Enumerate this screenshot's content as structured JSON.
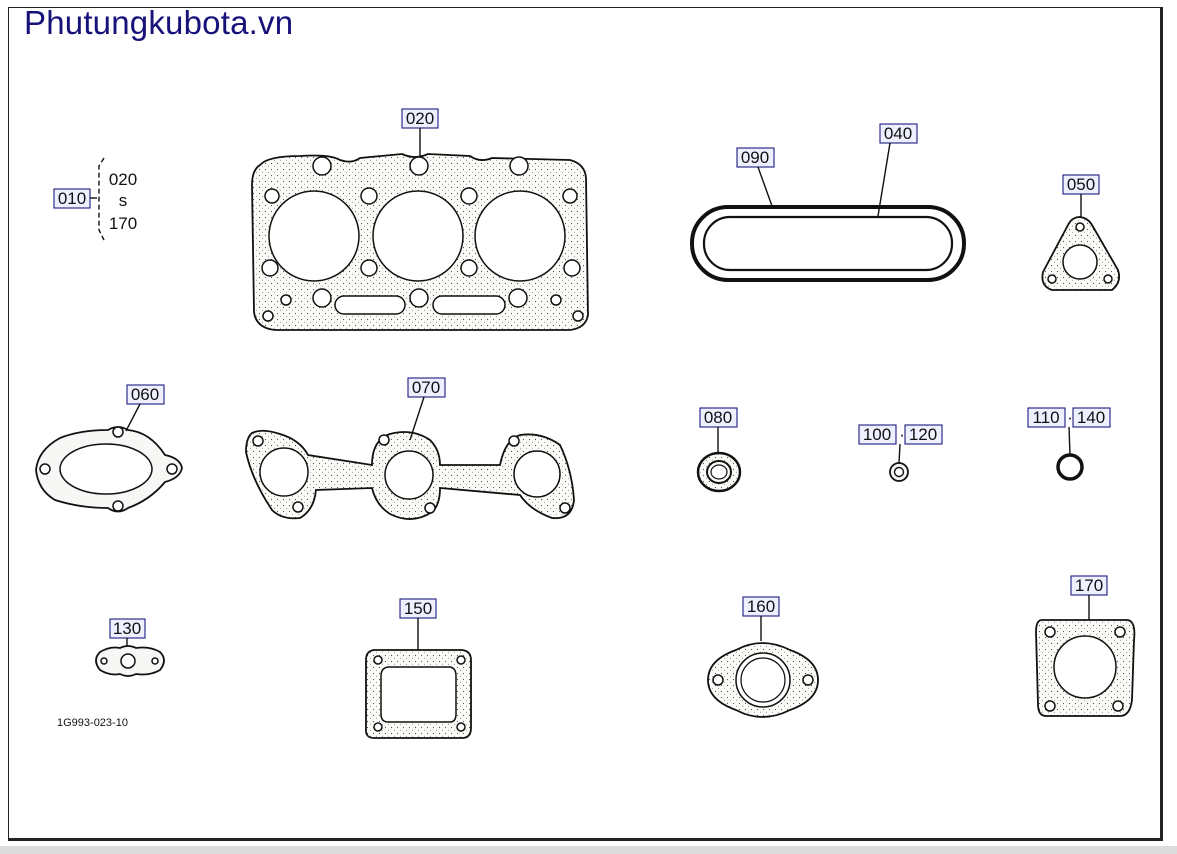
{
  "site_title": "Phutungkubota.vn",
  "ref_code": "1G993-023-10",
  "bracket": {
    "label": "010",
    "top": "020",
    "tilde": "s",
    "bottom": "170"
  },
  "callouts": {
    "p020": "020",
    "p040": "040",
    "p050": "050",
    "p060": "060",
    "p070": "070",
    "p080": "080",
    "p090": "090",
    "p100": "100",
    "p120": "120",
    "p110": "110",
    "p140": "140",
    "p130": "130",
    "p150": "150",
    "p160": "160",
    "p170": "170"
  },
  "separator": "·",
  "colors": {
    "title": "#17127a",
    "label_border": "#1d1d80",
    "label_fill": "#eef0ff"
  }
}
